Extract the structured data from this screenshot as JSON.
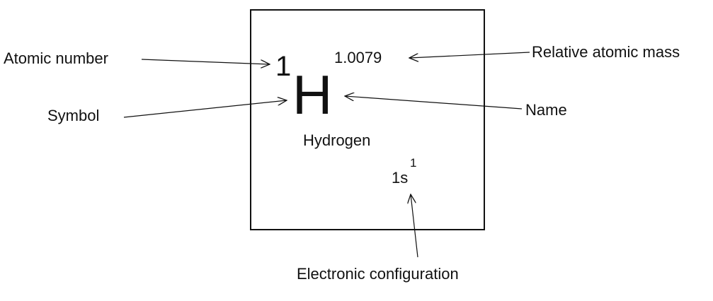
{
  "element": {
    "atomic_number": "1",
    "symbol": "H",
    "relative_atomic_mass": "1.0079",
    "name": "Hydrogen",
    "configuration_base": "1s",
    "configuration_superscript": "1"
  },
  "labels": {
    "atomic_number": "Atomic number",
    "symbol": "Symbol",
    "relative_atomic_mass": "Relative atomic mass",
    "name": "Name",
    "electronic_configuration": "Electronic configuration"
  }
}
